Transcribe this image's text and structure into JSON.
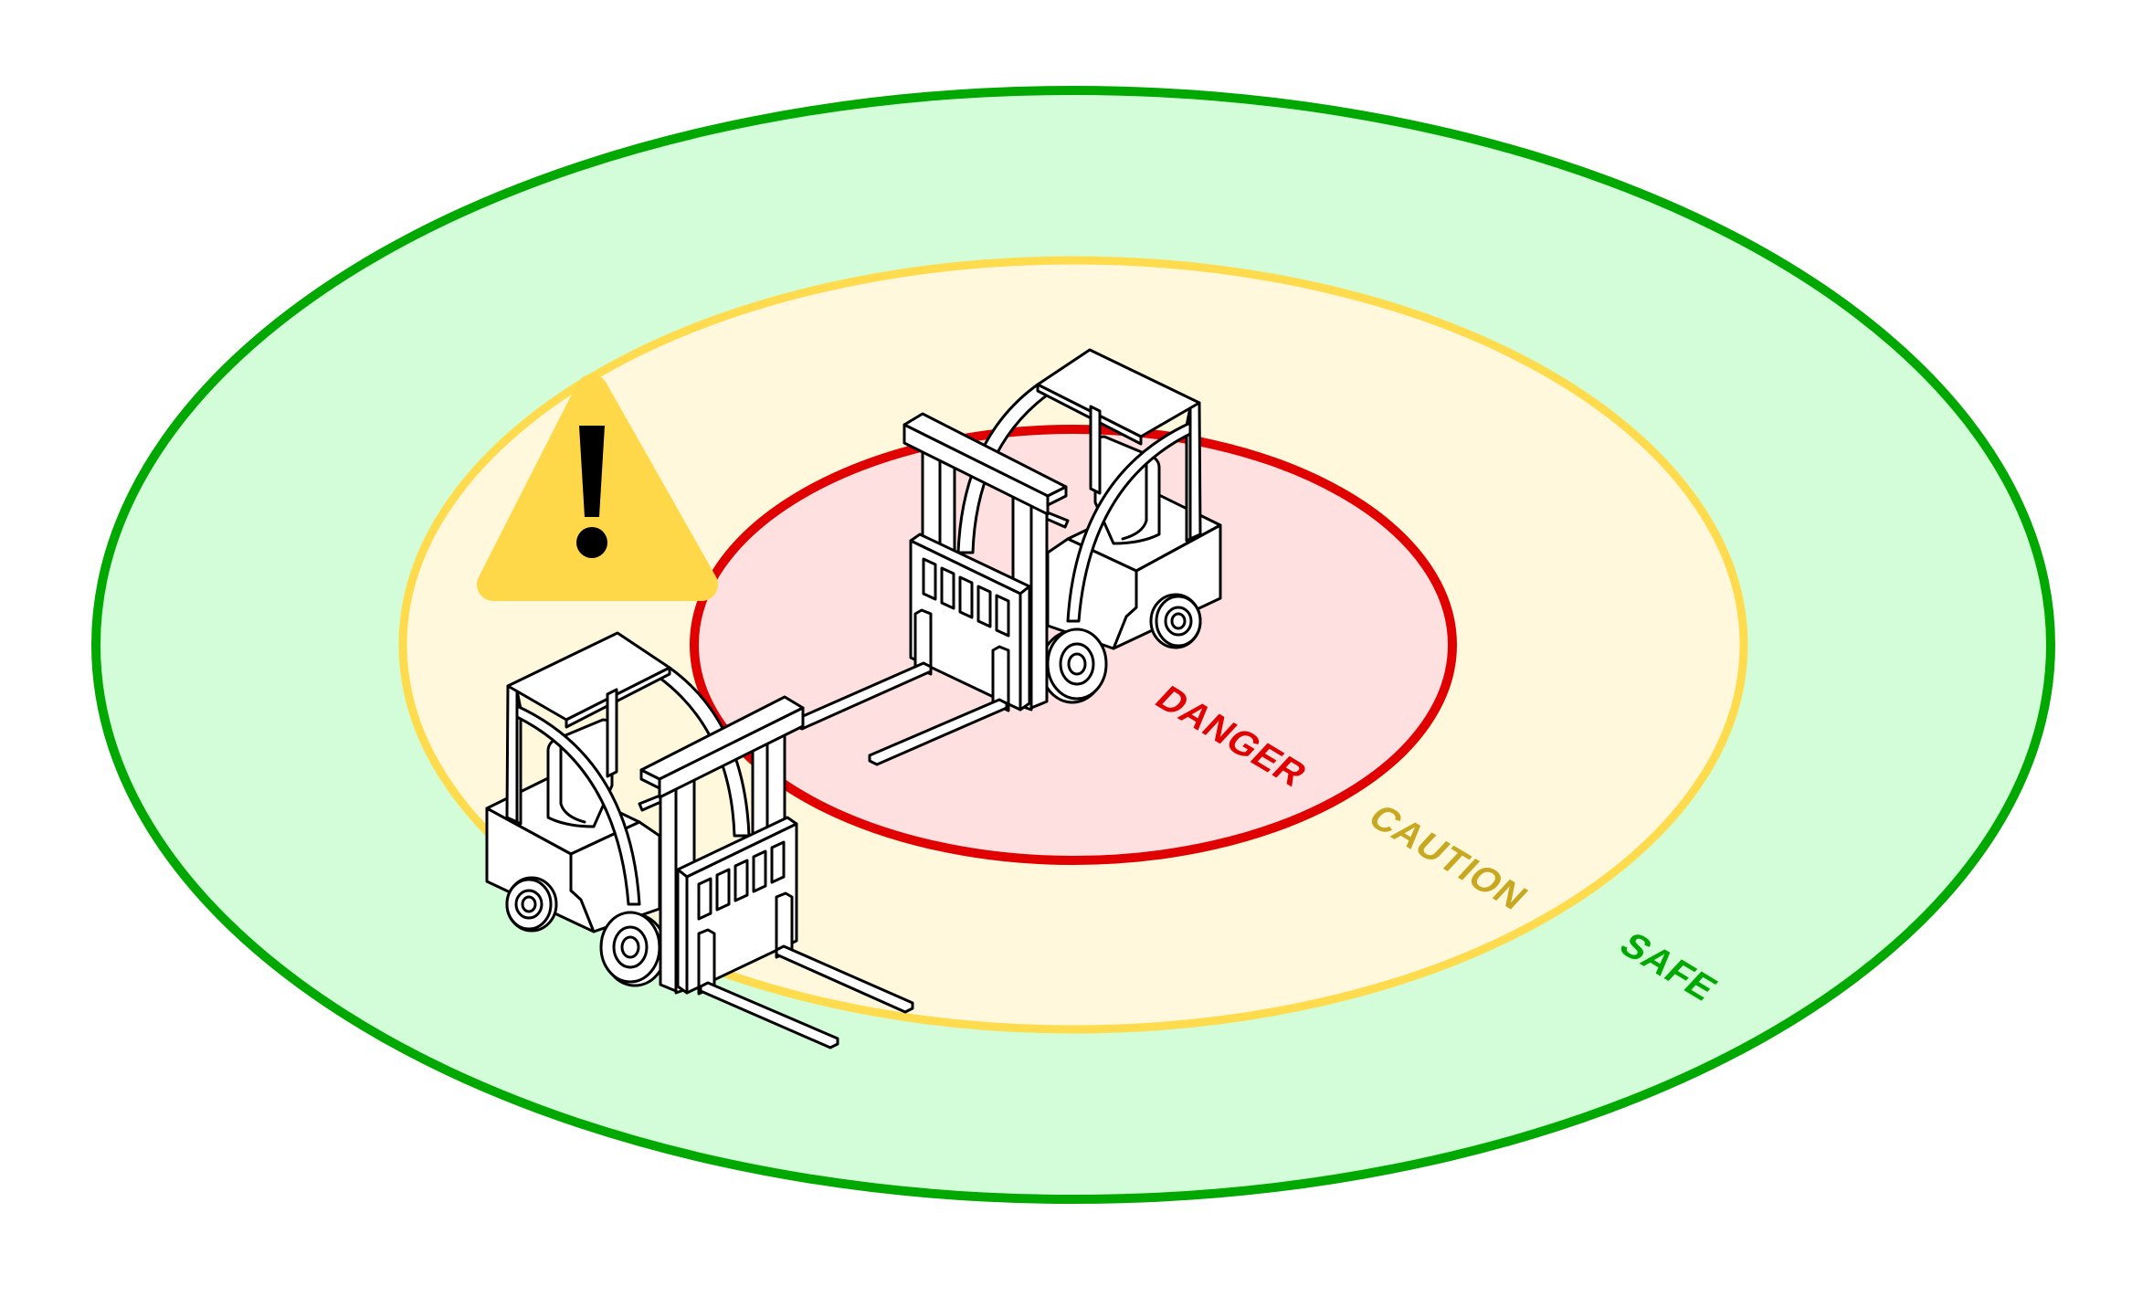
{
  "diagram": {
    "title_visible": false,
    "zones": [
      {
        "label": "SAFE",
        "stroke": "#00A800",
        "fill": "#D2FDD8",
        "text_color": "#00A800"
      },
      {
        "label": "CAUTION",
        "stroke": "#FFDB4D",
        "fill": "#FFF8DC",
        "text_color": "#C8A820"
      },
      {
        "label": "DANGER",
        "stroke": "#E00000",
        "fill": "#FFE0E0",
        "text_color": "#E00000"
      }
    ],
    "warning": {
      "icon": "warning-triangle-icon",
      "color": "#FFD84A",
      "symbol": "!"
    },
    "vehicles": [
      {
        "icon": "forklift-icon",
        "facing": "left",
        "zone": "DANGER"
      },
      {
        "icon": "forklift-icon",
        "facing": "right",
        "zone": "CAUTION"
      }
    ]
  }
}
